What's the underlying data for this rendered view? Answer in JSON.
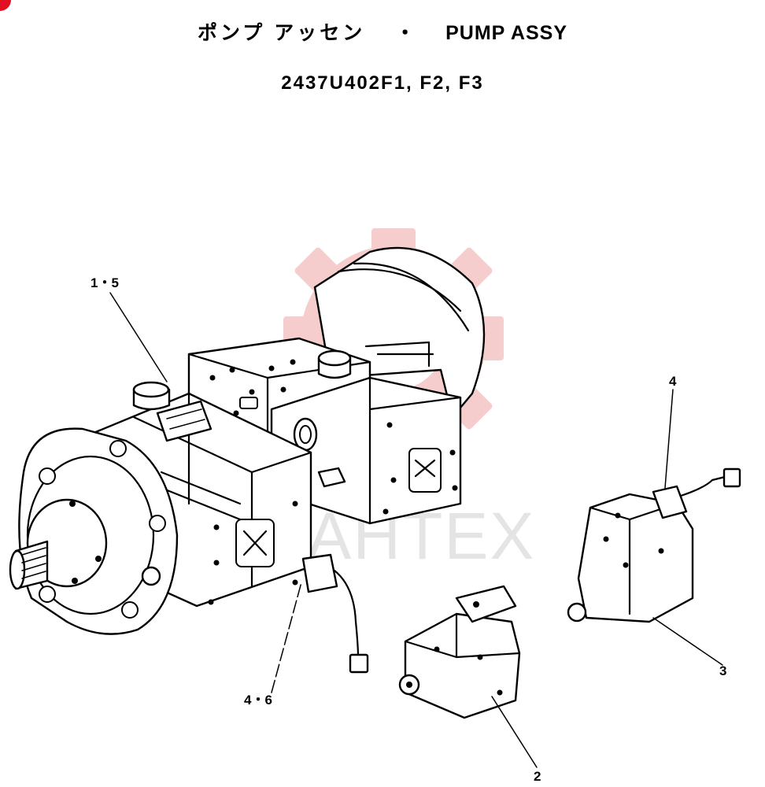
{
  "header": {
    "title_jp": "ポンプ アッセン",
    "title_separator": "・",
    "title_en": "PUMP ASSY",
    "part_number": "2437U402F1, F2, F3"
  },
  "callouts": {
    "main_pump": "1・5",
    "main_solenoid": "4・6",
    "regulator_right_solenoid": "4",
    "regulator_right": "3",
    "regulator_front": "2"
  },
  "watermark": {
    "text": "IAHTEX",
    "logo": "gear-logo",
    "color": "#e05050"
  },
  "colors": {
    "corner_badge": "#e01020",
    "line": "#000000"
  }
}
